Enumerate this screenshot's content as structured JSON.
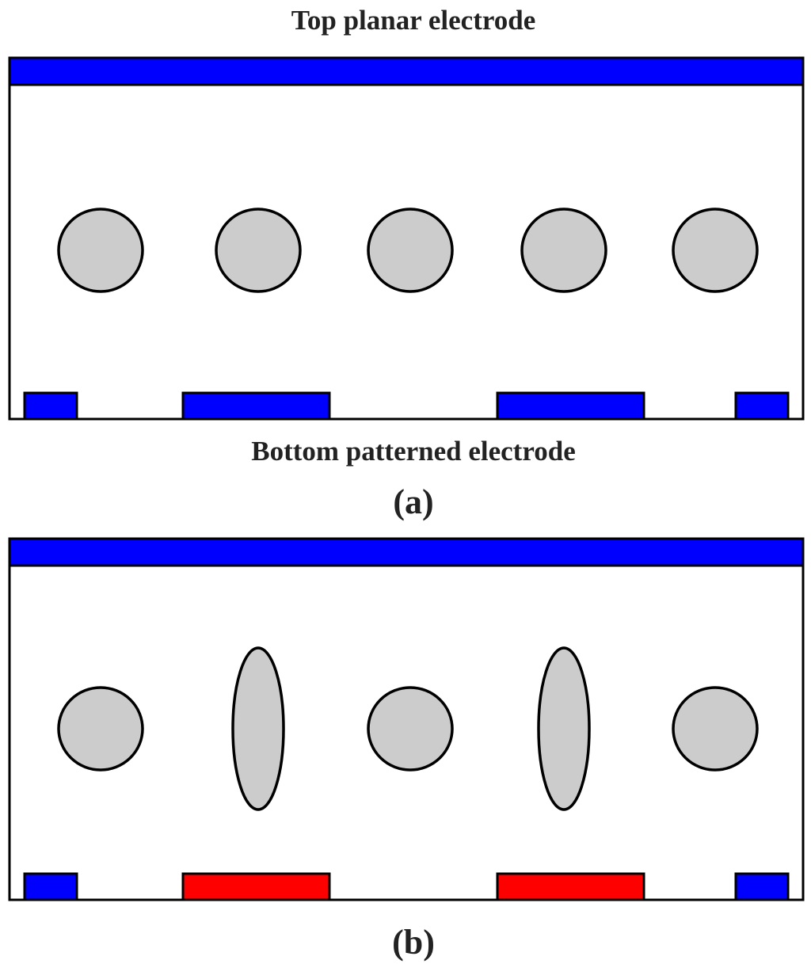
{
  "labels": {
    "top_electrode": "Top planar electrode",
    "bottom_electrode": "Bottom patterned electrode",
    "panel_a": "(a)",
    "panel_b": "(b)"
  },
  "colors": {
    "electrode_off": "#0000ff",
    "electrode_on": "#ff0000",
    "particle_fill": "#cccccc",
    "outline": "#000000"
  },
  "panels": [
    {
      "id": "a",
      "particles": [
        "sphere",
        "sphere",
        "sphere",
        "sphere",
        "sphere"
      ],
      "bottom_electrodes": [
        "off",
        "off",
        "off",
        "off"
      ]
    },
    {
      "id": "b",
      "particles": [
        "sphere",
        "elongated",
        "sphere",
        "elongated",
        "sphere"
      ],
      "bottom_electrodes": [
        "off",
        "on",
        "on",
        "off"
      ]
    }
  ]
}
